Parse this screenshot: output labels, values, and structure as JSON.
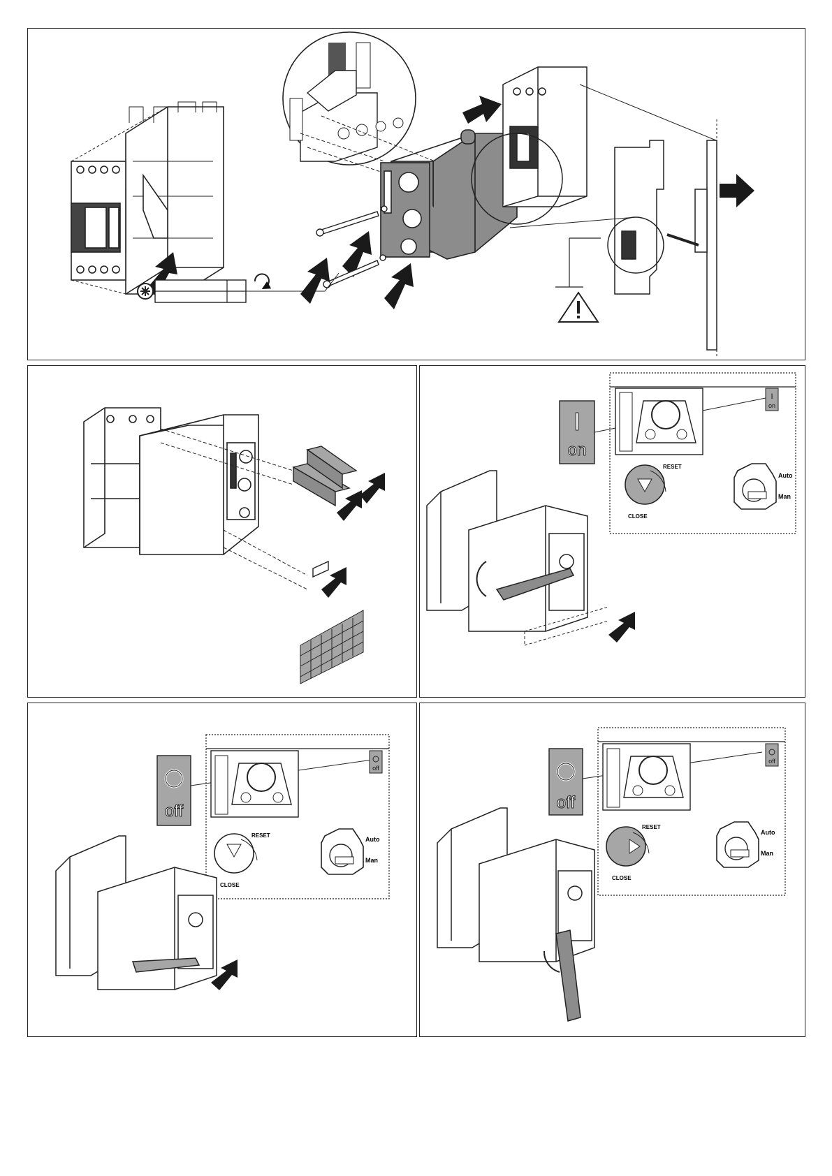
{
  "colors": {
    "ink": "#222222",
    "motor_gray": "#8c8c8c",
    "plate_gray": "#a6a6a6",
    "arrow": "#1a1a1a"
  },
  "icons": [
    "torx-screwdriver-icon",
    "rotate-arrow-icon",
    "warning-triangle-icon",
    "insert-arrow-icon"
  ],
  "panel_mount": {
    "torque_table": {
      "rows": 2,
      "cols": 2
    }
  },
  "panel_on": {
    "indicator": {
      "symbol": "I",
      "text": "on"
    },
    "small_indicator": {
      "symbol": "I",
      "text": "on"
    },
    "reset_label": "RESET",
    "close_label": "CLOSE",
    "auto_label": "Auto",
    "man_label": "Man"
  },
  "panel_off_1": {
    "indicator": {
      "symbol": "O",
      "text": "off"
    },
    "small_indicator": {
      "symbol": "O",
      "text": "off"
    },
    "reset_label": "RESET",
    "close_label": "CLOSE",
    "auto_label": "Auto",
    "man_label": "Man"
  },
  "panel_off_2": {
    "indicator": {
      "symbol": "O",
      "text": "off"
    },
    "small_indicator": {
      "symbol": "O",
      "text": "off"
    },
    "reset_label": "RESET",
    "close_label": "CLOSE",
    "auto_label": "Auto",
    "man_label": "Man"
  }
}
